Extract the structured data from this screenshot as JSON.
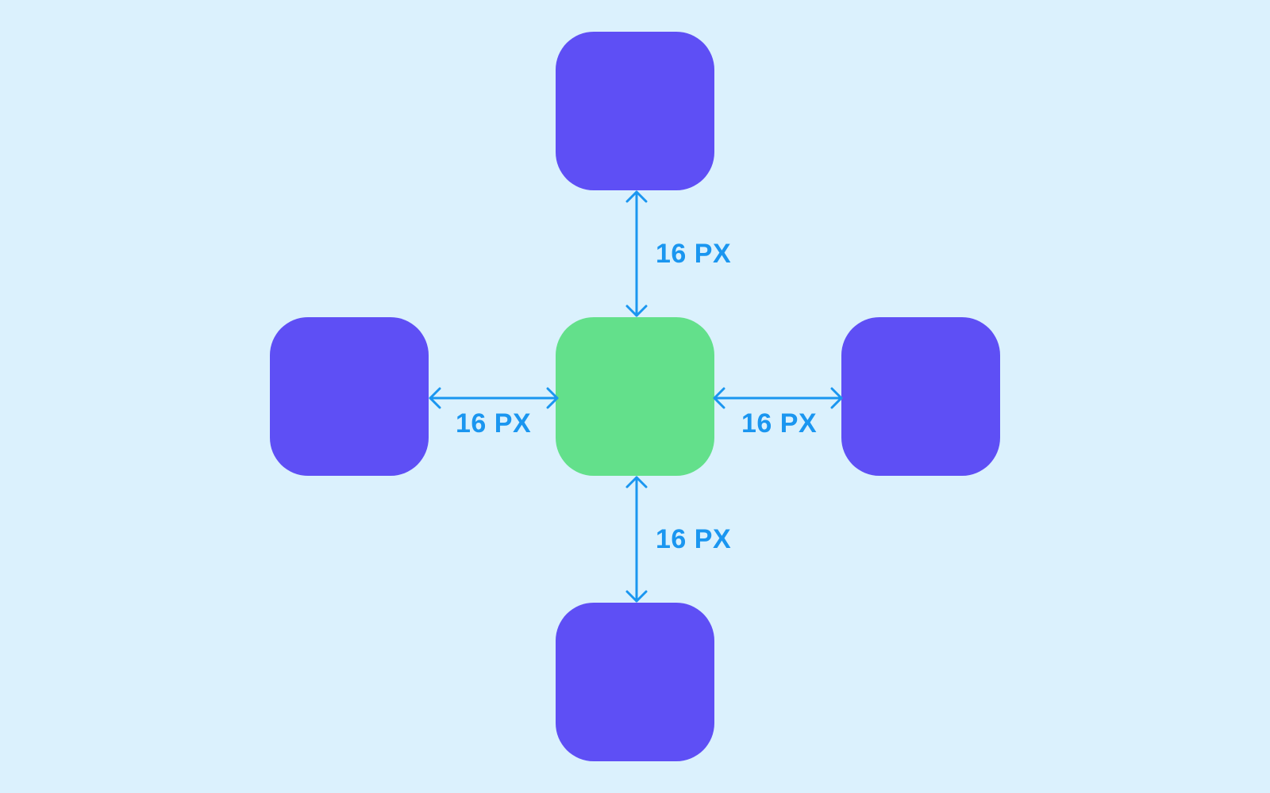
{
  "colors": {
    "background": "#dbf1fd",
    "neighbor_tile": "#5e4ff5",
    "focus_tile": "#63e08b",
    "annotation": "#1a96f0"
  },
  "diagram": {
    "tiles": {
      "top": {
        "role": "neighbor"
      },
      "left": {
        "role": "neighbor"
      },
      "center": {
        "role": "focus"
      },
      "right": {
        "role": "neighbor"
      },
      "bottom": {
        "role": "neighbor"
      }
    },
    "gaps": {
      "top": {
        "label": "16 PX"
      },
      "left": {
        "label": "16 PX"
      },
      "right": {
        "label": "16 PX"
      },
      "bottom": {
        "label": "16 PX"
      }
    }
  }
}
